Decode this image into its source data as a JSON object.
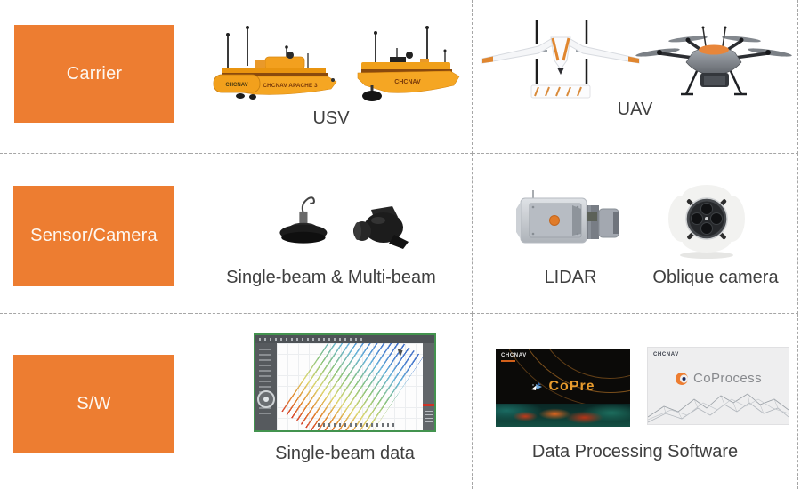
{
  "colors": {
    "accent_orange": "#ED7D31",
    "caption_gray": "#3F3F3F",
    "grid_dash_gray": "#A6A6A6",
    "screenshot_border_green": "#43934F",
    "copre_title_orange": "#E89B2D",
    "profile_red": "#CC3327"
  },
  "row_labels": {
    "carrier": "Carrier",
    "sensor_camera": "Sensor/Camera",
    "software": "S/W"
  },
  "captions": {
    "usv": "USV",
    "uav": "UAV",
    "beams": "Single-beam & Multi-beam",
    "lidar": "LIDAR",
    "oblique": "Oblique camera",
    "singlebeam_data": "Single-beam data",
    "data_processing": "Data Processing Software"
  },
  "branding": {
    "usv1_hull": "CHCNAV APACHE 3",
    "usv1_pontoon": "CHCNAV",
    "usv2_hull": "CHCNAV",
    "copre_vendor": "CHCNAV",
    "copre_product": "CoPre",
    "coprocess_vendor": "CHCNAV",
    "coprocess_product": "CoProcess"
  }
}
